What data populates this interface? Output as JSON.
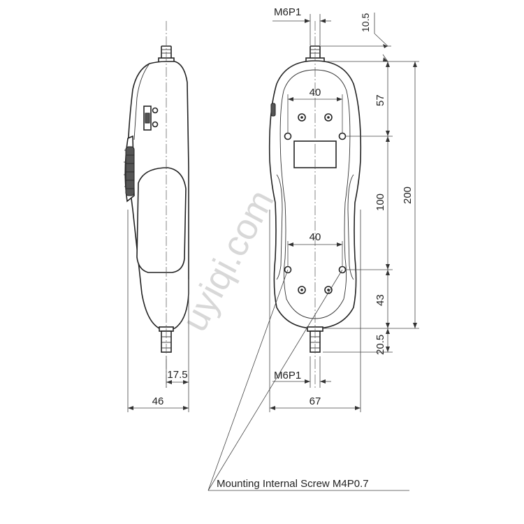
{
  "labels": {
    "thread_top": "M6P1",
    "thread_bottom": "M6P1",
    "dim_top_offset": "10.5",
    "dim_hole_spacing_top": "40",
    "dim_hole_spacing_bottom": "40",
    "dim_upper_section": "57",
    "dim_middle_section": "100",
    "dim_total_length": "200",
    "dim_lower_section": "43",
    "dim_bottom_offset": "20.5",
    "dim_side_offset": "17.5",
    "dim_side_width": "46",
    "dim_front_width": "67",
    "mounting_note": "Mounting Internal Screw M4P0.7"
  },
  "watermark": "uyiqi.com",
  "colors": {
    "line": "#222222",
    "watermark": "#d8d8d8"
  }
}
